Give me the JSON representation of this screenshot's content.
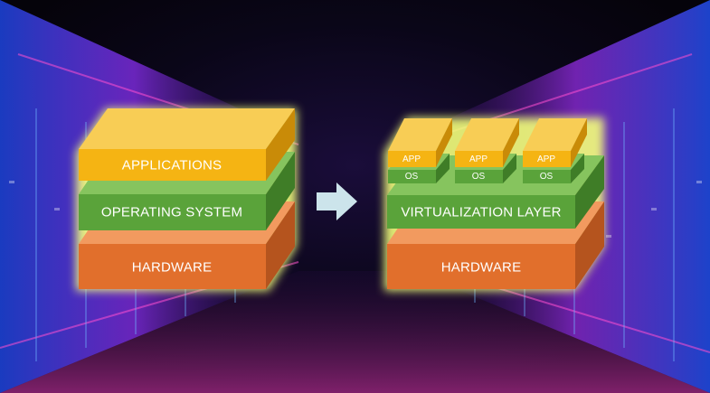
{
  "before_stack": {
    "applications": "APPLICATIONS",
    "operating_system": "OPERATING SYSTEM",
    "hardware": "HARDWARE"
  },
  "after_stack": {
    "vm_stacks": [
      {
        "app": "APP",
        "os": "OS"
      },
      {
        "app": "APP",
        "os": "OS"
      },
      {
        "app": "APP",
        "os": "OS"
      }
    ],
    "virtualization_layer": "VIRTUALIZATION LAYER",
    "hardware": "HARDWARE"
  },
  "arrow_icon": "right-arrow-icon",
  "colors": {
    "applications": "#f5b413",
    "operating_system": "#5aa33a",
    "hardware": "#e16f2c",
    "glow": "#f3ff7a",
    "arrow": "#d6f0f5"
  }
}
